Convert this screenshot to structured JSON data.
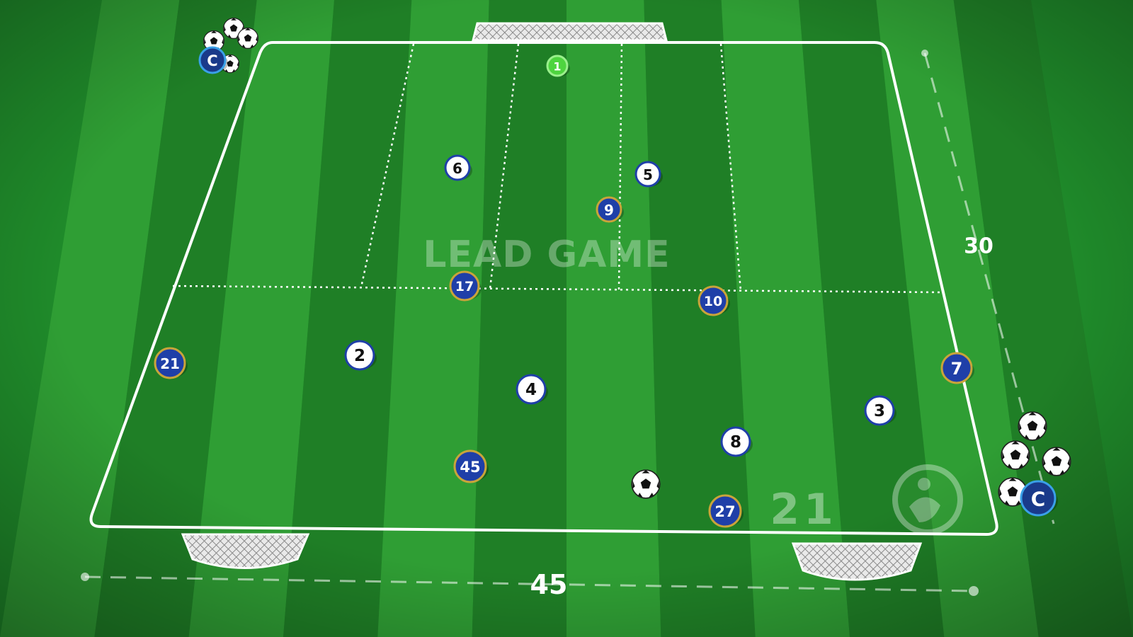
{
  "drill": {
    "title": "LEAD GAME",
    "width_label": "45",
    "depth_label": "30",
    "score_text": "21"
  },
  "colors": {
    "grass_light": "#2f9e34",
    "grass_dark": "#1f7f26",
    "line": "#ffffff",
    "blue_fill": "#1f3fa8",
    "blue_ring": "#c9a43a",
    "white_fill": "#ffffff",
    "white_ring": "#1f3fa8",
    "keeper_fill": "#4ed43f",
    "coach_fill": "#1a3a8a",
    "coach_ring": "#3aa0e8"
  },
  "players": {
    "keeper": {
      "label": "1"
    },
    "white_team": [
      {
        "label": "6"
      },
      {
        "label": "5"
      },
      {
        "label": "2"
      },
      {
        "label": "4"
      },
      {
        "label": "3"
      },
      {
        "label": "8"
      }
    ],
    "blue_team": [
      {
        "label": "9"
      },
      {
        "label": "17"
      },
      {
        "label": "10"
      },
      {
        "label": "21"
      },
      {
        "label": "7"
      },
      {
        "label": "45"
      },
      {
        "label": "27"
      }
    ],
    "coaches": [
      {
        "label": "C"
      },
      {
        "label": "C"
      }
    ]
  },
  "icons": {
    "ball": "soccer-ball-icon",
    "goal": "goal-net-icon",
    "logo": "club-crest-logo-icon"
  }
}
